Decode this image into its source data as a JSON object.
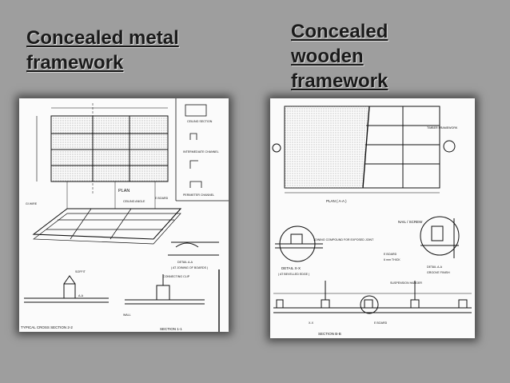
{
  "slide": {
    "left_title": "Concealed metal\nframework",
    "right_title": "Concealed\nwooden\nframework"
  },
  "left_drawing": {
    "labels": {
      "plan": "PLAN",
      "ceiling_section": "CEILING SECTION",
      "intermediate_channel": "INTERMEDIATE CHANNEL",
      "perimeter_channel": "PERIMETER CHANNEL",
      "gi_wire": "GI WIRE",
      "ceiling_angle": "CEILING ANGLE",
      "e_board": "E BOARD",
      "detail_aa": "DETAIL A-A",
      "at_joining": "( AT JOINING OF BOARDS )",
      "connecting_clip": "CONNECTING CLIP",
      "aa": "A-A",
      "wall": "WALL",
      "cross_section": "TYPICAL CROSS SECTION  2-2",
      "section": "SECTION 1-1",
      "soffit": "SOFFIT"
    }
  },
  "right_drawing": {
    "labels": {
      "timber_framework": "TIMBER FRAMEWORK",
      "plan": "PLAN ( A-A )",
      "nail_screw": "NAIL / SCREW",
      "detail_xx": "DETAIL X-X",
      "bevelled_edge": "( AT BEVELLED EDGE )",
      "joining_compound": "JOINING COMPOUND FOR EXPOSED JOINT",
      "e_board": "E BOARD",
      "thick_6mm": "6 mm THICK",
      "detail_aa": "DETAIL A-A",
      "groove_finish": "GROOVE FINISH",
      "suspension_hanger": "SUSPENSION HANGER",
      "xx": "X-X",
      "e_board2": "E BOARD",
      "section": "SECTION B-B"
    }
  }
}
